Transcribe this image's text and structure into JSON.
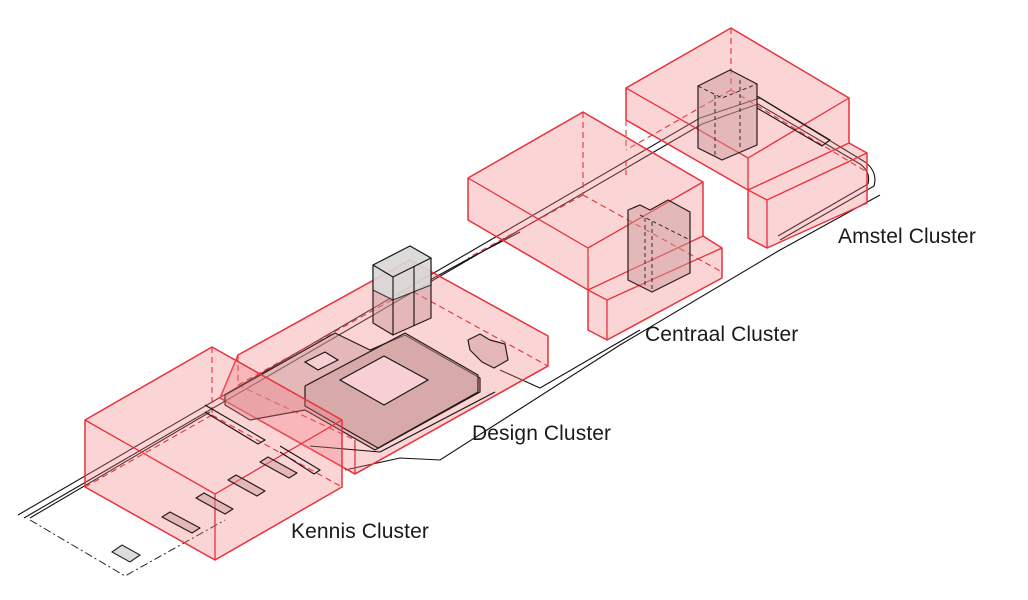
{
  "diagram": {
    "type": "axonometric-site-diagram",
    "colors": {
      "cluster_fill": "#f8c8cc",
      "cluster_stroke": "#e8323c",
      "building_fill": "#d9b0b0",
      "linework": "#111111",
      "tower_cap": "#dcdcdc"
    },
    "clusters": [
      {
        "id": "amstel",
        "label": "Amstel Cluster"
      },
      {
        "id": "centraal",
        "label": "Centraal Cluster"
      },
      {
        "id": "design",
        "label": "Design Cluster"
      },
      {
        "id": "kennis",
        "label": "Kennis Cluster"
      }
    ]
  }
}
